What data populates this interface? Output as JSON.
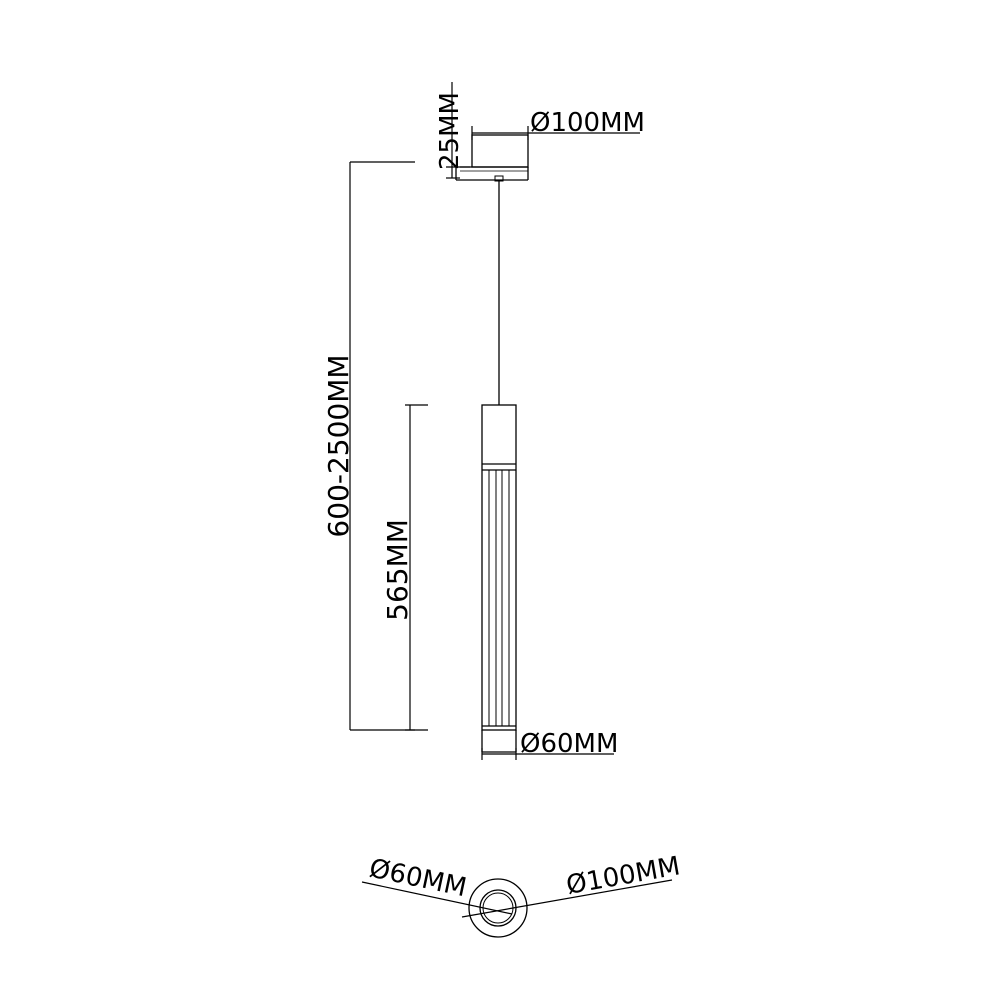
{
  "dimensions": {
    "canopy_height": "25MM",
    "canopy_diameter": "Ø100MM",
    "overall_length": "600-2500MM",
    "tube_length": "565MM",
    "tube_diameter": "Ø60MM"
  },
  "bottom_view": {
    "inner_diameter": "Ø60MM",
    "outer_diameter": "Ø100MM"
  },
  "colors": {
    "line": "#000000",
    "background": "#ffffff"
  }
}
